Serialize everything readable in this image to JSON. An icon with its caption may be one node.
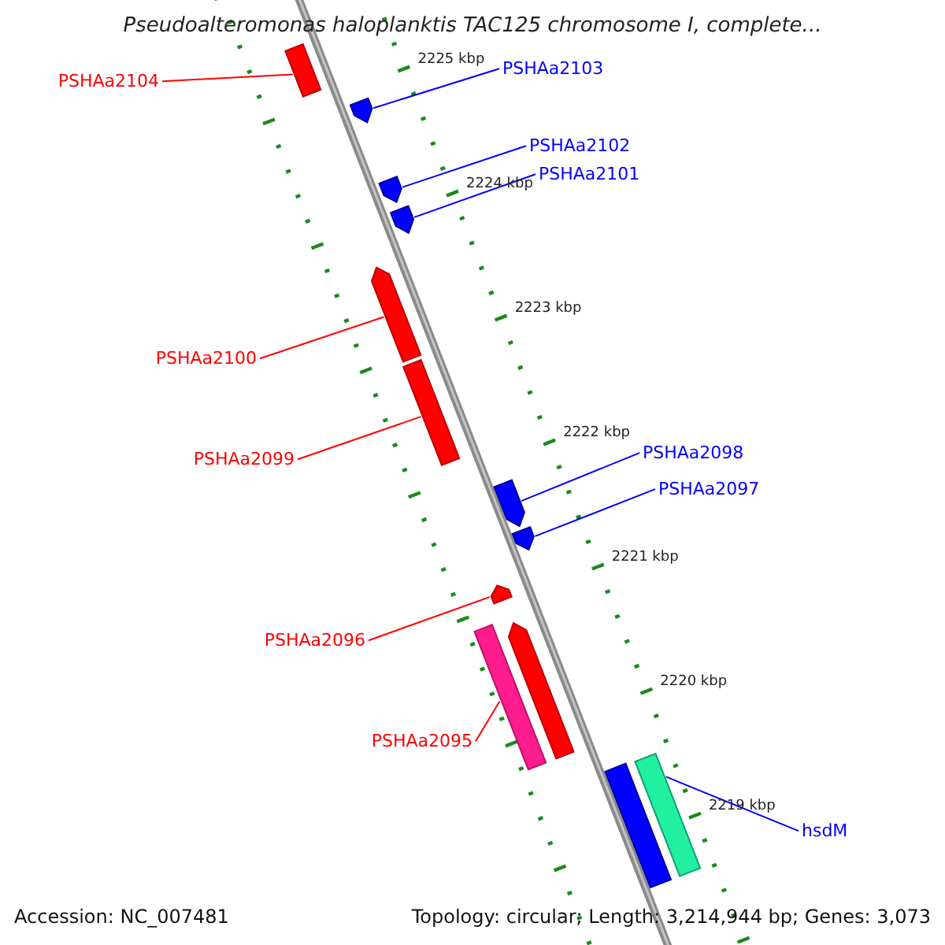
{
  "diagram": {
    "title": "Pseudoalteromonas haloplanktis TAC125 chromosome I, complete...",
    "nodes": [
      {
        "text": [
          "PSHAa2104"
        ]
      },
      {
        "text": [
          "PSHAa2103"
        ]
      },
      {
        "text": [
          "PSHAa2102"
        ]
      },
      {
        "text": [
          "PSHAa2101"
        ]
      },
      {
        "text": [
          "PSHAa2100"
        ]
      },
      {
        "text": [
          "PSHAa2099"
        ]
      },
      {
        "text": [
          "PSHAa2098"
        ]
      },
      {
        "text": [
          "PSHAa2097"
        ]
      },
      {
        "text": [
          "PSHAa2096"
        ]
      },
      {
        "text": [
          "PSHAa2095"
        ]
      },
      {
        "text": [
          "hsdM"
        ]
      },
      {
        "text": [],
        "shape": "bar"
      },
      {
        "text": [],
        "shape": "bar"
      },
      {
        "text": [],
        "shape": "bar"
      },
      {
        "text": [],
        "shape": "bar"
      },
      {
        "text": [],
        "shape": "bar"
      },
      {
        "text": [],
        "shape": "bar"
      },
      {
        "text": [],
        "shape": "bar"
      },
      {
        "text": [],
        "shape": "bar"
      },
      {
        "text": [],
        "shape": "bar"
      },
      {
        "text": [],
        "shape": "bar"
      },
      {
        "text": [],
        "shape": "bar"
      },
      {
        "text": [],
        "shape": "bar"
      },
      {
        "text": [],
        "shape": "bar"
      }
    ],
    "edges": [
      {
        "from": 0,
        "to": 11,
        "arrow": "none",
        "color": "#ff0000"
      },
      {
        "from": 1,
        "to": 12,
        "arrow": "none"
      },
      {
        "from": 2,
        "to": 13,
        "arrow": "none"
      },
      {
        "from": 3,
        "to": 14,
        "arrow": "none"
      },
      {
        "from": 4,
        "to": 15,
        "arrow": "none",
        "color": "#ff0000"
      },
      {
        "from": 5,
        "to": 16,
        "arrow": "none",
        "color": "#ff0000"
      },
      {
        "from": 6,
        "to": 17,
        "arrow": "none"
      },
      {
        "from": 7,
        "to": 18,
        "arrow": "none"
      },
      {
        "from": 8,
        "to": 19,
        "arrow": "none",
        "color": "#ff0000"
      },
      {
        "from": 9,
        "to": 20,
        "arrow": "none",
        "color": "#ff0000"
      },
      {
        "from": 10,
        "to": 23,
        "arrow": "none"
      }
    ],
    "labels": [
      "2225 kbp",
      "2224 kbp",
      "2223 kbp",
      "2222 kbp",
      "2221 kbp",
      "2220 kbp",
      "2219 kbp",
      "Accession: NC_007481",
      "Topology: circular; Length: 3,214,944 bp; Genes: 3,073"
    ]
  }
}
